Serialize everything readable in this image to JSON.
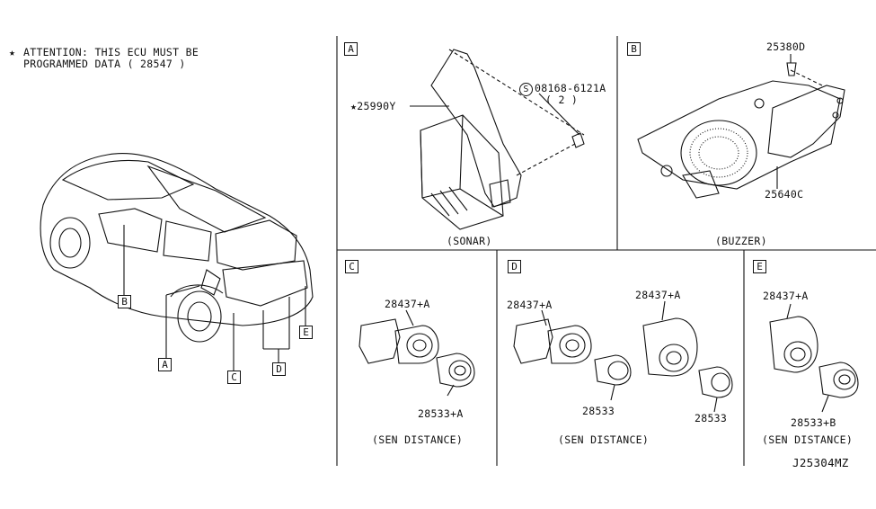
{
  "attention": {
    "star": "★",
    "line1": "ATTENTION: THIS ECU MUST BE",
    "line2": "PROGRAMMED DATA ( 28547 )"
  },
  "vehicle_callouts": [
    "B",
    "A",
    "C",
    "D",
    "E"
  ],
  "panels": {
    "A": {
      "letter": "A",
      "part_main": "★25990Y",
      "bolt_symbol": "S",
      "bolt_part": "08168-6121A",
      "bolt_qty": "( 2 )",
      "caption": "(SONAR)"
    },
    "B": {
      "letter": "B",
      "screw_part": "25380D",
      "buzzer_part": "25640C",
      "caption": "(BUZZER)"
    },
    "C": {
      "letter": "C",
      "part_top": "28437+A",
      "part_bottom": "28533+A",
      "caption": "(SEN DISTANCE)"
    },
    "D": {
      "letter": "D",
      "part_top_left": "28437+A",
      "part_top_right": "28437+A",
      "part_mid": "28533",
      "part_right": "28533",
      "caption": "(SEN DISTANCE)"
    },
    "E": {
      "letter": "E",
      "part_top": "28437+A",
      "part_bottom": "28533+B",
      "caption": "(SEN DISTANCE)"
    }
  },
  "diagram_id": "J25304MZ"
}
